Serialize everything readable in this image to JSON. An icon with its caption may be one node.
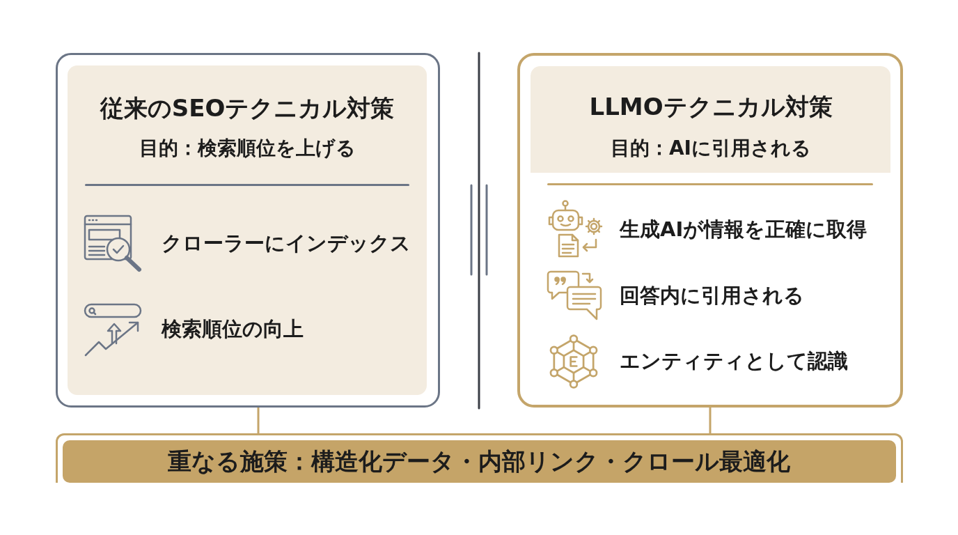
{
  "diagram": {
    "nodes": [
      {
        "text": [],
        "shape": "box"
      },
      {
        "text": [
          "従来のSEOテクニカル対策",
          "目的：検索順位を上げる",
          "クローラーにインデックス",
          "検索順位の向上"
        ],
        "in": 0
      },
      {
        "text": [
          "生成AIが情報を正確に取得",
          "回答内に引用される",
          "エンティティとして認識"
        ]
      },
      {
        "text": [
          "LLMOテクニカル対策",
          "目的：AIに引用される"
        ],
        "in": 2
      },
      {
        "text": [
          "重なる施策：構造化データ・内部リンク・クロール最適化"
        ]
      }
    ],
    "edges": [
      {
        "from": 0,
        "to": 4,
        "arrow": "none"
      },
      {
        "from": 2,
        "to": 4,
        "arrow": "none"
      }
    ]
  }
}
